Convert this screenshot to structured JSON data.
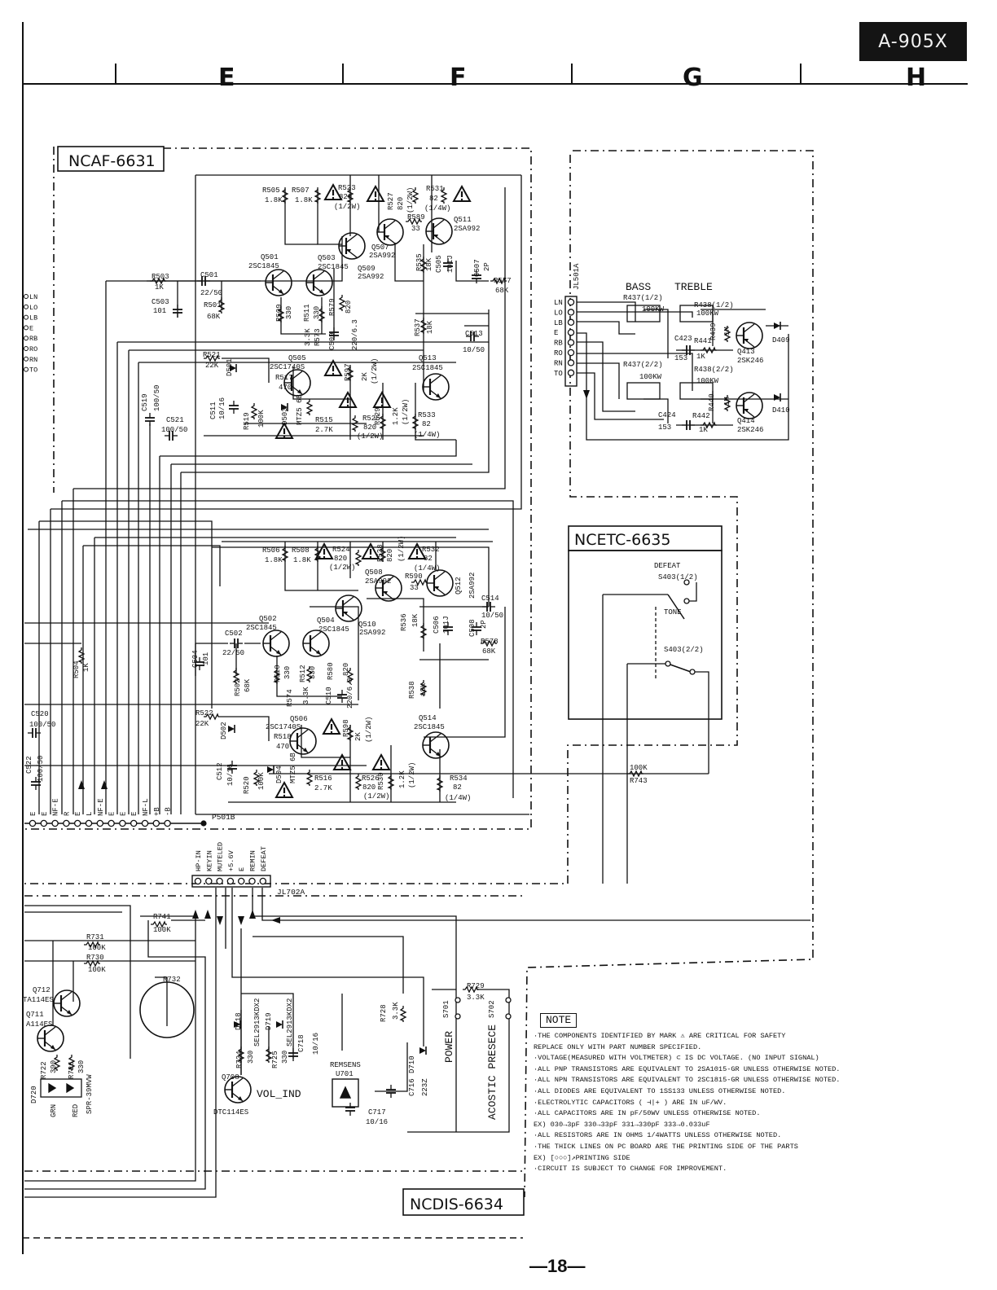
{
  "header": {
    "model": "A-905X",
    "columns": [
      "E",
      "F",
      "G",
      "H"
    ]
  },
  "boards": {
    "ncaf": "NCAF-6631",
    "ncetc": "NCETC-6635",
    "ncdis": "NCDIS-6634"
  },
  "connectors": {
    "p501b": "P501B",
    "jl702a": "JL702A",
    "jl501a": "JL501A",
    "p501b_pins": [
      "E",
      "E",
      "NF-E",
      "R",
      "E",
      "L",
      "NF-E",
      "E",
      "E",
      "E",
      "NF-L",
      "+B",
      "-B"
    ],
    "jl702a_pins": [
      "HP-IN",
      "KEYIN",
      "MUTELED",
      "+5.6V",
      "E",
      "REMIN",
      "DEFEAT"
    ],
    "jl501a_pins": [
      "LN",
      "LO",
      "LB",
      "E",
      "RB",
      "RO",
      "RN",
      "TO"
    ],
    "left_edge_pins": [
      "LN",
      "LO",
      "LB",
      "E",
      "RB",
      "RO",
      "RN",
      "TO"
    ]
  },
  "tone": {
    "bass": "BASS",
    "treble": "TREBLE",
    "r437a": "R437(1/2)",
    "r437a_v": "100KW",
    "r437b": "R437(2/2)",
    "r437b_v": "100KW",
    "r438a": "R438(1/2)",
    "r438a_v": "100KW",
    "r438b": "R438(2/2)",
    "r438b_v": "100KW",
    "c423": "C423",
    "c423_v": "153",
    "c424": "C424",
    "c424_v": "153",
    "r441": "R441",
    "r441_v": "1K",
    "r442": "R442",
    "r442_v": "1K",
    "r439": "R439",
    "r439_v": "1M",
    "r440": "R440",
    "r440_v": "1M",
    "q413": "Q413",
    "q413_t": "2SK246",
    "q414": "Q414",
    "q414_t": "2SK246",
    "d409": "D409",
    "d410": "D410"
  },
  "defeat": {
    "title": "DEFEAT",
    "s403a": "S403(1/2)",
    "s403b": "S403(2/2)",
    "tone": "TONE",
    "r743": "R743",
    "r743_v": "100K"
  },
  "amp_top": {
    "r505": "R505",
    "r505_v": "1.8K",
    "r507": "R507",
    "r507_v": "1.8K",
    "r523": "R523",
    "r523_v": "820",
    "r523_p": "(1/2W)",
    "r527": "R527",
    "r527_v": "820",
    "r527_p": "(1/2W)",
    "r531": "R531",
    "r531_v": "82",
    "r531_p": "(1/4W)",
    "r589": "R589",
    "r589_v": "33",
    "q511": "Q511",
    "q511_t": "2SA992",
    "q507": "Q507",
    "q507_t": "2SA992",
    "q509": "Q509",
    "q509_t": "2SA992",
    "q501": "Q501",
    "q501_t": "2SC1845",
    "q503": "Q503",
    "q503_t": "2SC1845",
    "r503": "R503",
    "r503_v": "1K",
    "c501": "C501",
    "c501_v": "22/50",
    "c503": "C503",
    "c503_v": "101",
    "r501": "R501",
    "r501_v": "68K",
    "r509": "R509",
    "r509_v": "330",
    "r511": "R511",
    "r511_v": "330",
    "r573": "R573",
    "r573_v": "3.3K",
    "r579": "R579",
    "r579_v": "820",
    "c509": "C509",
    "c509_v": "220/6.3",
    "r535": "R535",
    "r535_v": "18K",
    "c505": "C505",
    "c505_v": "101J",
    "c507": "C507",
    "c507_v": "2P",
    "r577": "R577",
    "r577_v": "68K",
    "r537": "R537",
    "r537_v": "18K",
    "c513": "C513",
    "c513_v": "10/50",
    "r521": "R521",
    "r521_v": "22K",
    "d501": "D501",
    "q505": "Q505",
    "q505_t": "2SC1740S",
    "r517": "R517",
    "r517_v": "470",
    "r597": "R597",
    "r597_v": "2K",
    "r597_p": "(1/2W)",
    "q513": "Q513",
    "q513_t": "2SC1845",
    "c519": "C519",
    "c519_v": "100/50",
    "c511": "C511",
    "c511_v": "10/16",
    "r519": "R519",
    "r519_v": "100K",
    "d503": "D503",
    "d503_t": "MTZ5 6B",
    "r515": "R515",
    "r515_v": "2.7K",
    "r525": "R525",
    "r525_v": "820",
    "r525_p": "(1/2W)",
    "r529": "R529",
    "r529_v": "1.2K",
    "r529_p": "(1/2W)",
    "r533": "R533",
    "r533_v": "82",
    "r533_p": "(1/4W)",
    "c521": "C521",
    "c521_v": "100/50"
  },
  "amp_bottom": {
    "r506": "R506",
    "r506_v": "1.8K",
    "r508": "R508",
    "r508_v": "1.8K",
    "r524": "R524",
    "r524_v": "820",
    "r524_p": "(1/2W)",
    "r528": "R528",
    "r528_v": "820",
    "r528_p": "(1/2W)",
    "r532": "R532",
    "r532_v": "82",
    "r532_p": "(1/4W)",
    "q508": "Q508",
    "q508_t": "2SA992",
    "r590": "R590",
    "r590_v": "33",
    "q512": "Q512",
    "q512_t": "2SA992",
    "c514": "C514",
    "c514_v": "10/50",
    "q502": "Q502",
    "q502_t": "2SC1845",
    "q504": "Q504",
    "q504_t": "2SC1845",
    "q510": "Q510",
    "q510_t": "2SA992",
    "r536": "R536",
    "r536_v": "18K",
    "c506": "C506",
    "c506_v": "101J",
    "c508": "C508",
    "c508_v": "2P",
    "r578": "R578",
    "r578_v": "68K",
    "c502": "C502",
    "c502_v": "22/50",
    "r504": "R504",
    "r504_v": "1K",
    "c504": "C504",
    "c504_v": "101",
    "r502": "R502",
    "r502_v": "68K",
    "r510": "R510",
    "r510_v": "330",
    "r512": "R512",
    "r512_v": "330",
    "r574": "R574",
    "r574_v": "3.3K",
    "r580": "R580",
    "r580_v": "820",
    "c510": "C510",
    "c510_v": "220/6.3",
    "r538": "R538",
    "r538_v": "18K",
    "c520": "C520",
    "c520_v": "100/50",
    "r522": "R522",
    "r522_v": "22K",
    "d502": "D502",
    "q506": "Q506",
    "q506_t": "2SC1740S",
    "r518": "R518",
    "r518_v": "470",
    "r598": "R598",
    "r598_v": "2K",
    "r598_p": "(1/2W)",
    "q514": "Q514",
    "q514_t": "2SC1845",
    "c522": "C522",
    "c522_v": "100/50",
    "c512": "C512",
    "c512_v": "10/16",
    "r520": "R520",
    "r520_v": "100K",
    "d504": "D504",
    "d504_t": "MTZ5 6B",
    "r516": "R516",
    "r516_v": "2.7K",
    "r526": "R526",
    "r526_v": "820",
    "r526_p": "(1/2W)",
    "r530": "R530",
    "r530_v": "1.2K",
    "r530_p": "(1/2W)",
    "r534": "R534",
    "r534_v": "82",
    "r534_p": "(1/4W)"
  },
  "display": {
    "r741": "R741",
    "r741_v": "100K",
    "r731": "R731",
    "r731_v": "100K",
    "r730": "R730",
    "r730_v": "100K",
    "r732": "R732",
    "q712": "Q712",
    "q712_t": "TA114ES",
    "q711": "Q711",
    "q711_t": "A114ES",
    "r722": "R722",
    "r722_v": "390",
    "r726": "R726",
    "r726_v": "330",
    "d720": "D720",
    "grn": "GRN",
    "red": "RED",
    "spr": "SPR-39MVW",
    "d718": "D718",
    "d719": "D719",
    "sel": "SEL2913KDX2",
    "r724": "R724",
    "r724_v": "330",
    "r725": "R725",
    "r725_v": "330",
    "c718": "C718",
    "c718_v": "10/16",
    "q708": "Q708",
    "q708_t": "DTC114ES",
    "vol_ind": "VOL_IND",
    "remsens": "REMSENS",
    "u701": "U701",
    "c717": "C717",
    "c717_v": "10/16",
    "r728": "R728",
    "r728_v": "3.3K",
    "r729": "R729",
    "r729_v": "3.3K",
    "d710": "D710",
    "c716": "C716",
    "c716_v": "223Z",
    "s701": "S701",
    "s702": "S702",
    "power": "POWER",
    "acostic": "ACOSTIC PRESECE"
  },
  "notes": {
    "title": "NOTE",
    "items": [
      "·THE COMPONENTS IDENTIFIED BY MARK ⚠ ARE CRITICAL  FOR SAFETY",
      "  REPLACE ONLY WITH PART NUMBER  SPECIFIED.",
      "·VOLTAGE(MEASURED WITH VOLTMETER) ⊂ IS DC VOLTAGE. (NO INPUT SIGNAL)",
      "·ALL PNP TRANSISTORS ARE EQUIVALENT  TO 2SA1015-GR UNLESS OTHERWISE NOTED.",
      "·ALL NPN TRANSISTORS ARE EQUIVALENT  TO 2SC1815-GR UNLESS OTHERWISE NOTED.",
      "·ALL DIODES ARE EQUIVALENT  TO 1SS133  UNLESS OTHERWISE NOTED.",
      "·ELECTROLYTIC CAPACITORS ( ⊣|+ ) ARE  IN  uF/WV.",
      "·ALL CAPACITORS ARE IN pF/50WV UNLESS  OTHERWISE NOTED.",
      " EX) 030→3pF 330→33pF 331→330pF 333→0.033uF",
      "·ALL RESISTORS ARE IN OHMS 1/4WATTS  UNLESS OTHERWISE NOTED.",
      "·THE THICK LINES ON PC BOARD ARE THE  PRINTING SIDE OF THE PARTS",
      " EX) [○○○]↗PRINTING SIDE",
      "·CIRCUIT IS SUBJECT TO CHANGE FOR  IMPROVEMENT."
    ]
  },
  "page_number": "—18—"
}
